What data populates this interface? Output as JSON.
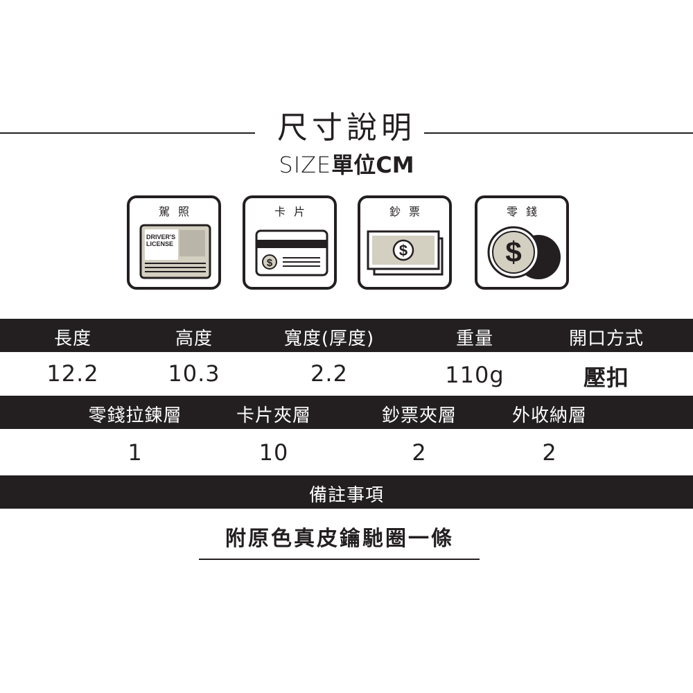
{
  "header": {
    "title": "尺寸說明",
    "subtitle_light": "SIZE",
    "subtitle_bold": "單位CM"
  },
  "icons": [
    {
      "label": "駕照",
      "icon": "drivers-license-icon",
      "art_text": [
        "DRIVER'S",
        "LICENSE"
      ]
    },
    {
      "label": "卡片",
      "icon": "credit-card-icon",
      "art_text": [
        "$"
      ]
    },
    {
      "label": "鈔票",
      "icon": "banknote-icon",
      "art_text": [
        "$"
      ]
    },
    {
      "label": "零錢",
      "icon": "coin-icon",
      "art_text": [
        "$"
      ]
    }
  ],
  "specs_row1": {
    "headers": [
      "長度",
      "高度",
      "寬度(厚度)",
      "重量",
      "開口方式"
    ],
    "values": [
      "12.2",
      "10.3",
      "2.2",
      "110g",
      "壓扣"
    ]
  },
  "specs_row2": {
    "headers": [
      "零錢拉鍊層",
      "卡片夾層",
      "鈔票夾層",
      "外收納層"
    ],
    "values": [
      "1",
      "10",
      "2",
      "2"
    ]
  },
  "notes": {
    "header": "備註事項",
    "text": "附原色真皮鑰馳圈一條"
  },
  "colors": {
    "ink": "#231f20",
    "icon_fill": "#d3cfc1",
    "background": "#ffffff"
  }
}
